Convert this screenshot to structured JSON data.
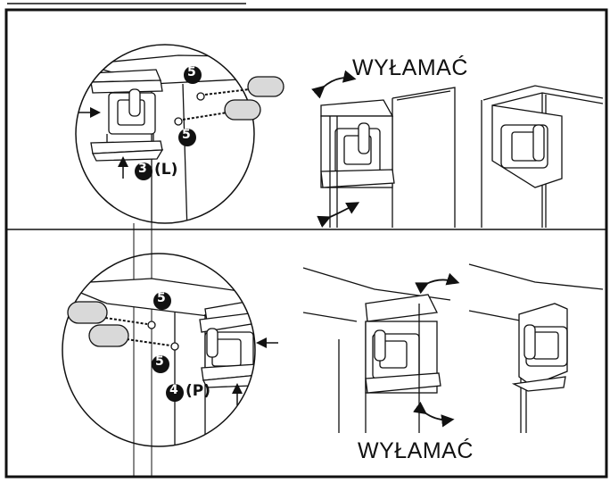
{
  "top_panel": {
    "break_off_label": "WYŁAMAĆ",
    "part_5_label": "5",
    "part_3_label": "3",
    "side_3_label": "(L)"
  },
  "bottom_panel": {
    "break_off_label": "WYŁAMAĆ",
    "part_5_label": "5",
    "part_4_label": "4",
    "side_4_label": "(P)"
  }
}
